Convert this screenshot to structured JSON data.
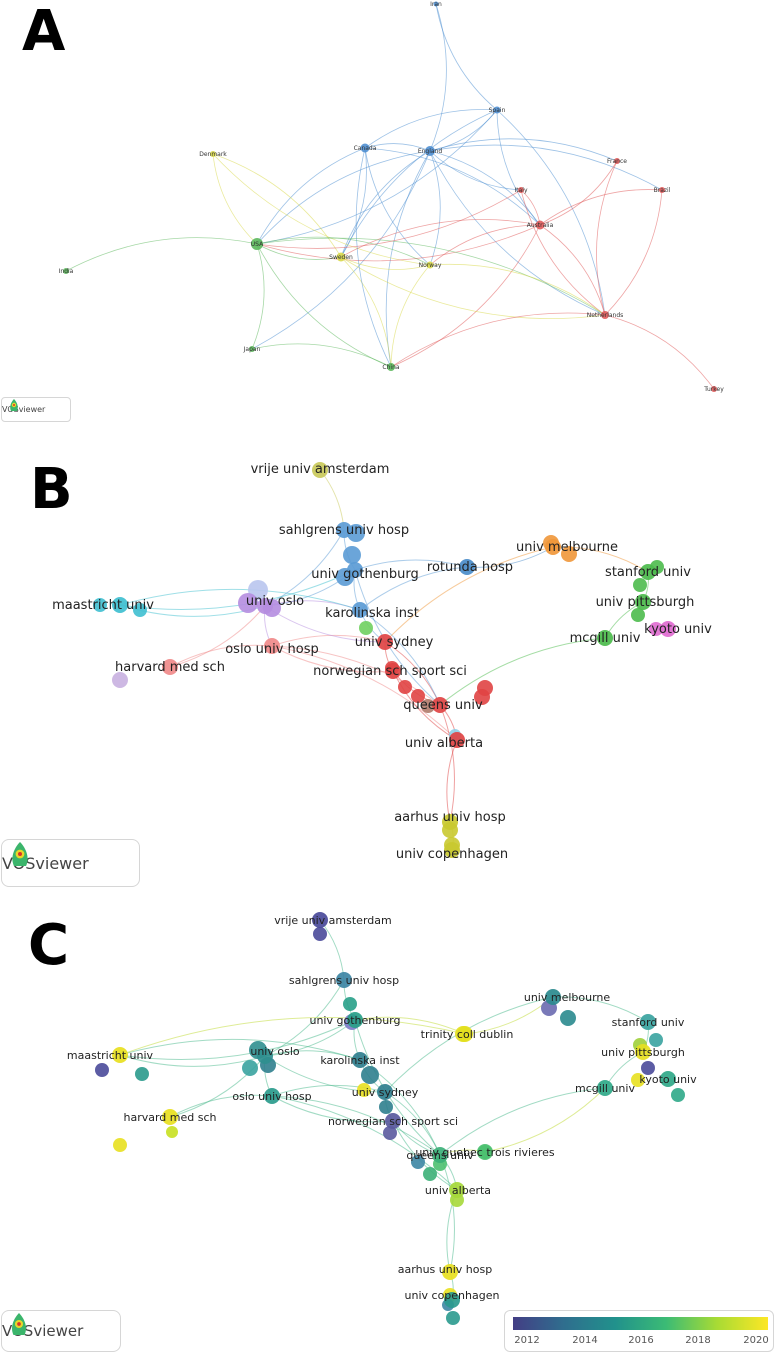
{
  "panels": {
    "a": {
      "letter": "A",
      "logo": "VOSviewer",
      "nodes": [
        {
          "id": "iran",
          "label": "Iran",
          "color": "#4f8fd1"
        },
        {
          "id": "spain",
          "label": "Spain",
          "color": "#4f8fd1"
        },
        {
          "id": "canada",
          "label": "Canada",
          "color": "#4f8fd1"
        },
        {
          "id": "england",
          "label": "England",
          "color": "#4f8fd1"
        },
        {
          "id": "denmark",
          "label": "Denmark",
          "color": "#d8d84a"
        },
        {
          "id": "france",
          "label": "France",
          "color": "#e05a5a"
        },
        {
          "id": "italy",
          "label": "Italy",
          "color": "#e05a5a"
        },
        {
          "id": "brazil",
          "label": "Brazil",
          "color": "#e05a5a"
        },
        {
          "id": "australia",
          "label": "Australia",
          "color": "#e05a5a"
        },
        {
          "id": "usa",
          "label": "USA",
          "color": "#5cb85c"
        },
        {
          "id": "sweden",
          "label": "Sweden",
          "color": "#d8d84a"
        },
        {
          "id": "norway",
          "label": "Norway",
          "color": "#d8d84a"
        },
        {
          "id": "india",
          "label": "India",
          "color": "#5cb85c"
        },
        {
          "id": "netherlands",
          "label": "Netherlands",
          "color": "#e05a5a"
        },
        {
          "id": "japan",
          "label": "Japan",
          "color": "#5cb85c"
        },
        {
          "id": "china",
          "label": "China",
          "color": "#5cb85c"
        },
        {
          "id": "turkey",
          "label": "Turkey",
          "color": "#e05a5a"
        }
      ],
      "edges": [
        [
          "iran",
          "england"
        ],
        [
          "iran",
          "spain"
        ],
        [
          "spain",
          "england"
        ],
        [
          "spain",
          "canada"
        ],
        [
          "spain",
          "usa"
        ],
        [
          "spain",
          "australia"
        ],
        [
          "spain",
          "netherlands"
        ],
        [
          "spain",
          "sweden"
        ],
        [
          "canada",
          "england"
        ],
        [
          "canada",
          "usa"
        ],
        [
          "canada",
          "sweden"
        ],
        [
          "canada",
          "norway"
        ],
        [
          "canada",
          "australia"
        ],
        [
          "england",
          "usa"
        ],
        [
          "england",
          "australia"
        ],
        [
          "england",
          "sweden"
        ],
        [
          "england",
          "norway"
        ],
        [
          "england",
          "netherlands"
        ],
        [
          "england",
          "france"
        ],
        [
          "england",
          "italy"
        ],
        [
          "england",
          "brazil"
        ],
        [
          "england",
          "china"
        ],
        [
          "england",
          "japan"
        ],
        [
          "denmark",
          "usa"
        ],
        [
          "denmark",
          "sweden"
        ],
        [
          "denmark",
          "norway"
        ],
        [
          "france",
          "australia"
        ],
        [
          "france",
          "netherlands"
        ],
        [
          "italy",
          "australia"
        ],
        [
          "italy",
          "netherlands"
        ],
        [
          "brazil",
          "netherlands"
        ],
        [
          "brazil",
          "australia"
        ],
        [
          "australia",
          "usa"
        ],
        [
          "australia",
          "sweden"
        ],
        [
          "australia",
          "netherlands"
        ],
        [
          "australia",
          "norway"
        ],
        [
          "australia",
          "china"
        ],
        [
          "usa",
          "sweden"
        ],
        [
          "usa",
          "norway"
        ],
        [
          "usa",
          "india"
        ],
        [
          "usa",
          "japan"
        ],
        [
          "usa",
          "china"
        ],
        [
          "usa",
          "netherlands"
        ],
        [
          "sweden",
          "norway"
        ],
        [
          "sweden",
          "china"
        ],
        [
          "sweden",
          "netherlands"
        ],
        [
          "norway",
          "netherlands"
        ],
        [
          "norway",
          "china"
        ],
        [
          "netherlands",
          "turkey"
        ],
        [
          "netherlands",
          "china"
        ],
        [
          "japan",
          "china"
        ],
        [
          "canada",
          "china"
        ],
        [
          "italy",
          "usa"
        ]
      ]
    },
    "b": {
      "letter": "B",
      "logo": "VOSviewer",
      "nodes": [
        {
          "id": "vrije",
          "label": "vrije univ amsterdam",
          "color": "#c9c95a"
        },
        {
          "id": "sahlgrens",
          "label": "sahlgrens univ hosp",
          "color": "#5b9bd5"
        },
        {
          "id": "gothenburg",
          "label": "univ gothenburg",
          "color": "#5b9bd5"
        },
        {
          "id": "rotunda",
          "label": "rotunda hosp",
          "color": "#4a8cc9"
        },
        {
          "id": "melbourne",
          "label": "univ melbourne",
          "color": "#f0973a"
        },
        {
          "id": "stanford",
          "label": "stanford univ",
          "color": "#4cbb4c"
        },
        {
          "id": "maastricht",
          "label": "maastricht univ",
          "color": "#3fbfd0"
        },
        {
          "id": "oslo",
          "label": "univ oslo",
          "color": "#b58de0"
        },
        {
          "id": "karolinska",
          "label": "karolinska inst",
          "color": "#5b9bd5"
        },
        {
          "id": "pittsburgh",
          "label": "univ pittsburgh",
          "color": "#4cbb4c"
        },
        {
          "id": "kyoto",
          "label": "kyoto univ",
          "color": "#e06ad0"
        },
        {
          "id": "mcgill",
          "label": "mcgill univ",
          "color": "#4cbb4c"
        },
        {
          "id": "oslohosp",
          "label": "oslo univ hosp",
          "color": "#f08a8a"
        },
        {
          "id": "sydney",
          "label": "univ sydney",
          "color": "#e04444"
        },
        {
          "id": "harvard",
          "label": "harvard med sch",
          "color": "#f08a8a"
        },
        {
          "id": "norwegian",
          "label": "norwegian sch sport sci",
          "color": "#e04444"
        },
        {
          "id": "queens",
          "label": "queens univ",
          "color": "#e04444"
        },
        {
          "id": "alberta",
          "label": "univ alberta",
          "color": "#e04444"
        },
        {
          "id": "aarhus",
          "label": "aarhus univ hosp",
          "color": "#c9c930"
        },
        {
          "id": "copenhagen",
          "label": "univ copenhagen",
          "color": "#c9c930"
        }
      ]
    },
    "c": {
      "letter": "C",
      "logo": "VOSviewer",
      "colorbar_ticks": [
        "2012",
        "2014",
        "2016",
        "2018",
        "2020"
      ],
      "nodes": [
        {
          "id": "vrije",
          "label": "vrije univ amsterdam",
          "color": "#4a4a9a"
        },
        {
          "id": "sahlgrens",
          "label": "sahlgrens univ hosp",
          "color": "#3d86a4"
        },
        {
          "id": "gothenburg",
          "label": "univ gothenburg",
          "color": "#28a088"
        },
        {
          "id": "trinity",
          "label": "trinity coll dublin",
          "color": "#e3e01e"
        },
        {
          "id": "melbourne",
          "label": "univ melbourne",
          "color": "#2a8a8e"
        },
        {
          "id": "stanford",
          "label": "stanford univ",
          "color": "#3aa3a0"
        },
        {
          "id": "maastricht",
          "label": "maastricht univ",
          "color": "#e8e020"
        },
        {
          "id": "oslo",
          "label": "univ oslo",
          "color": "#2f8f8f"
        },
        {
          "id": "karolinska",
          "label": "karolinska inst",
          "color": "#2f7f8e"
        },
        {
          "id": "pittsburgh",
          "label": "univ pittsburgh",
          "color": "#e6df20"
        },
        {
          "id": "kyoto",
          "label": "kyoto univ",
          "color": "#2fa888"
        },
        {
          "id": "mcgill",
          "label": "mcgill univ",
          "color": "#2fa888"
        },
        {
          "id": "oslohosp",
          "label": "oslo univ hosp",
          "color": "#2a9b8c"
        },
        {
          "id": "sydney",
          "label": "univ sydney",
          "color": "#2f7f8e"
        },
        {
          "id": "harvard",
          "label": "harvard med sch",
          "color": "#e8e020"
        },
        {
          "id": "norwegian",
          "label": "norwegian sch sport sci",
          "color": "#5a5a9e"
        },
        {
          "id": "quebec",
          "label": "univ quebec trois rivieres",
          "color": "#4cc070"
        },
        {
          "id": "queens",
          "label": "queens univ",
          "color": "#3cb078"
        },
        {
          "id": "alberta",
          "label": "univ alberta",
          "color": "#a6d83a"
        },
        {
          "id": "aarhus",
          "label": "aarhus univ hosp",
          "color": "#e8e020"
        },
        {
          "id": "copenhagen",
          "label": "univ copenhagen",
          "color": "#2a9a8e"
        }
      ]
    }
  }
}
